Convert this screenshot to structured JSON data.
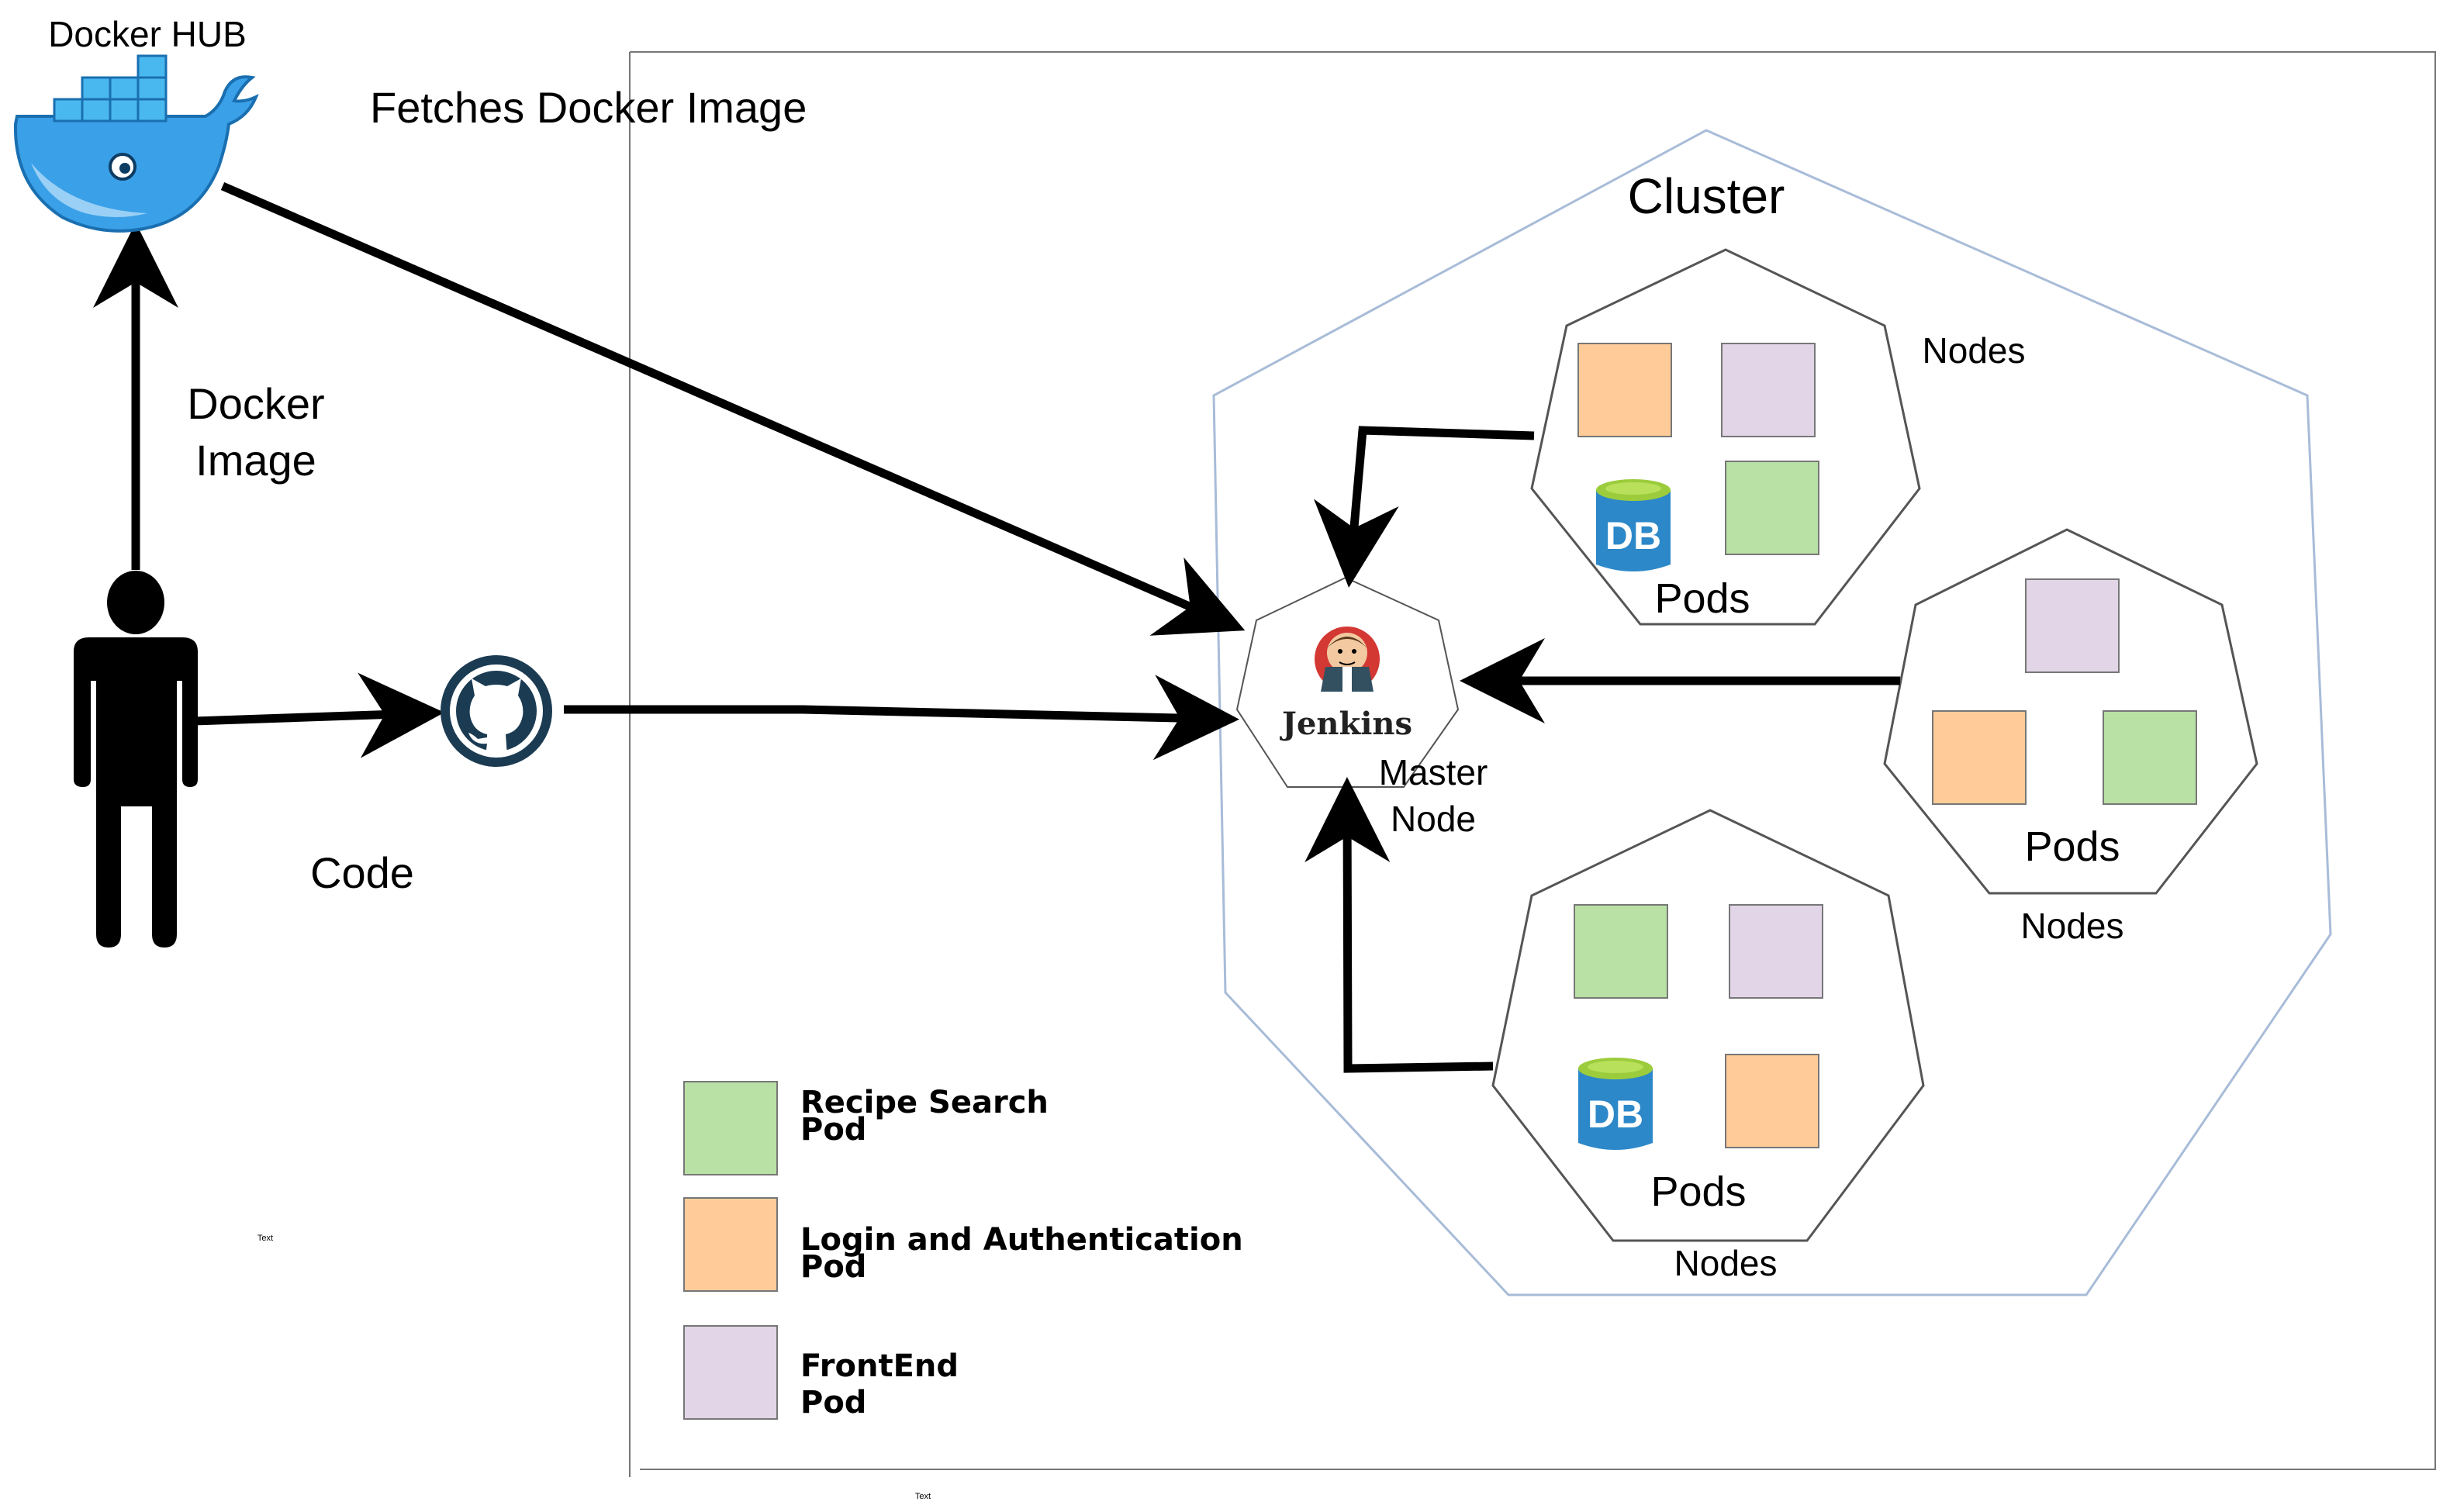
{
  "labels": {
    "docker_hub": "Docker HUB",
    "fetches": "Fetches Docker Image",
    "docker_image_1": "Docker",
    "docker_image_2": "Image",
    "code": "Code",
    "cluster": "Cluster",
    "jenkins": "Jenkins",
    "master_1": "Master",
    "master_2": "Node",
    "nodes_top": "Nodes",
    "nodes_right": "Nodes",
    "nodes_bottom": "Nodes",
    "pods_top": "Pods",
    "pods_right": "Pods",
    "pods_bottom": "Pods",
    "db": "DB",
    "text_small_1": "Text",
    "text_small_2": "Text"
  },
  "legend": [
    {
      "line1": "Recipe Search",
      "line2": "Pod",
      "color": "#b9e0a5"
    },
    {
      "line1": "Login and Authentication",
      "line2": "Pod",
      "color": "#ffcc99"
    },
    {
      "line1": "FrontEnd",
      "line2": "Pod",
      "color": "#e1d5e7"
    }
  ],
  "colors": {
    "recipe": "#b9e0a5",
    "login": "#ffcc99",
    "frontend": "#e1d5e7",
    "docker_blue": "#3aa0e8",
    "db_blue": "#2c88c8",
    "db_green": "#9ccc3c"
  },
  "icons": [
    "docker-whale-icon",
    "person-icon",
    "github-icon",
    "jenkins-icon",
    "db-icon"
  ]
}
